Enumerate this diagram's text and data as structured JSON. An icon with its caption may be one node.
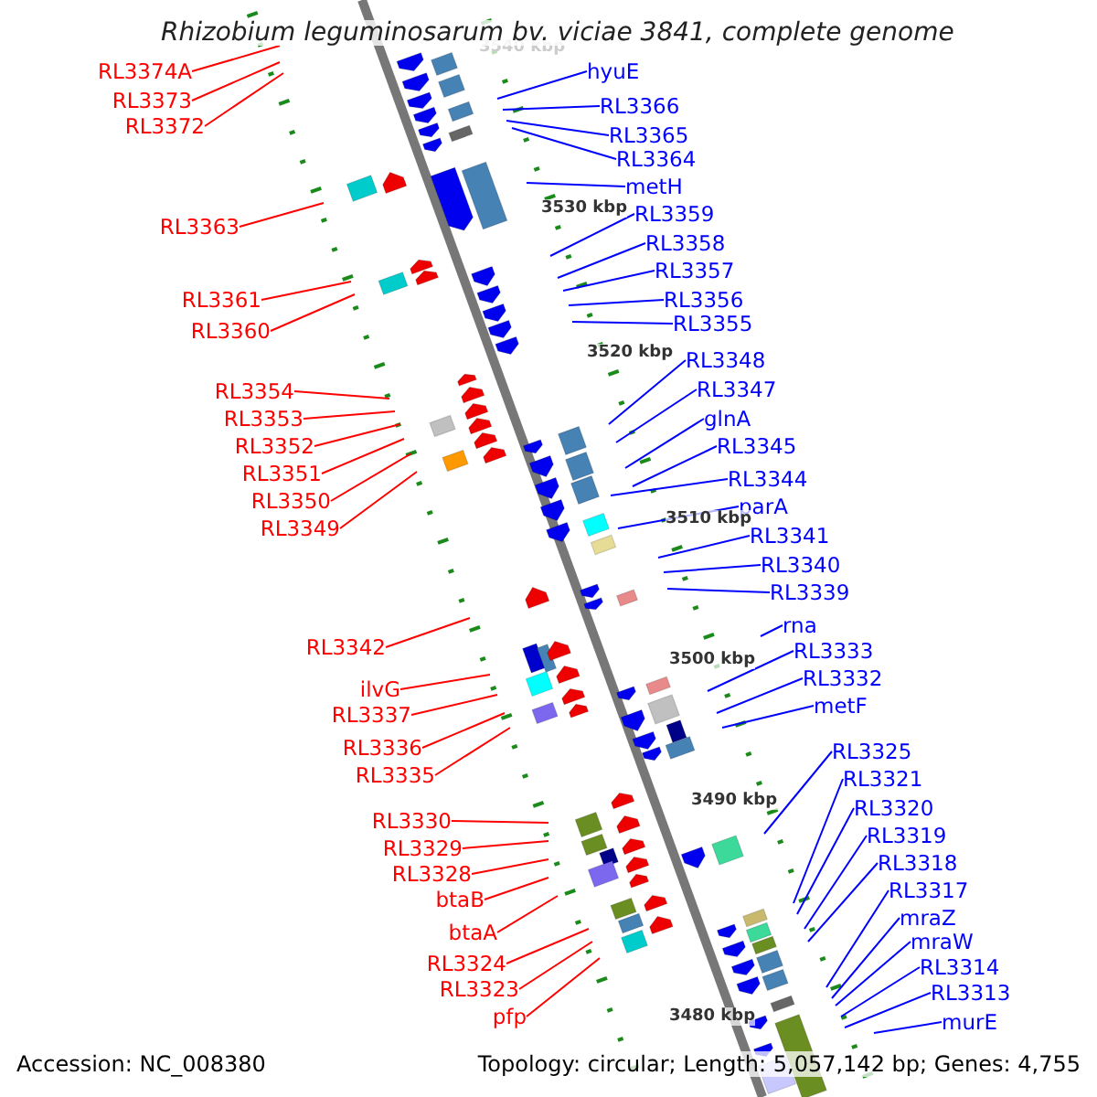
{
  "diagram": {
    "title": "Rhizobium leguminosarum bv. viciae 3841, complete genome",
    "nodes": [
      {
        "text": [
          "RL3374A"
        ]
      },
      {
        "text": [
          "RL3373"
        ]
      },
      {
        "text": [
          "RL3372"
        ]
      },
      {
        "text": [
          "RL3363"
        ]
      },
      {
        "text": [
          "RL3361"
        ]
      },
      {
        "text": [
          "RL3360"
        ]
      },
      {
        "text": [
          "RL3354"
        ]
      },
      {
        "text": [
          "RL3353"
        ]
      },
      {
        "text": [
          "RL3352"
        ]
      },
      {
        "text": [
          "RL3351"
        ]
      },
      {
        "text": [
          "RL3350"
        ]
      },
      {
        "text": [
          "RL3349"
        ]
      },
      {
        "text": [
          "RL3342"
        ]
      },
      {
        "text": [
          "ilvG"
        ]
      },
      {
        "text": [
          "RL3337"
        ]
      },
      {
        "text": [
          "RL3336"
        ]
      },
      {
        "text": [
          "RL3335"
        ]
      },
      {
        "text": [
          "RL3330"
        ]
      },
      {
        "text": [
          "RL3329"
        ]
      },
      {
        "text": [
          "RL3328"
        ]
      },
      {
        "text": [
          "btaB"
        ]
      },
      {
        "text": [
          "btaA"
        ]
      },
      {
        "text": [
          "RL3324"
        ]
      },
      {
        "text": [
          "RL3323"
        ]
      },
      {
        "text": [
          "pfp"
        ]
      },
      {
        "text": [
          "hyuE"
        ]
      },
      {
        "text": [
          "RL3366"
        ]
      },
      {
        "text": [
          "RL3365"
        ]
      },
      {
        "text": [
          "RL3364"
        ]
      },
      {
        "text": [
          "metH"
        ]
      },
      {
        "text": [
          "RL3359"
        ]
      },
      {
        "text": [
          "RL3358"
        ]
      },
      {
        "text": [
          "RL3357"
        ]
      },
      {
        "text": [
          "RL3356"
        ]
      },
      {
        "text": [
          "RL3355"
        ]
      },
      {
        "text": [
          "RL3348"
        ]
      },
      {
        "text": [
          "RL3347"
        ]
      },
      {
        "text": [
          "glnA"
        ]
      },
      {
        "text": [
          "RL3345"
        ]
      },
      {
        "text": [
          "RL3344"
        ]
      },
      {
        "text": [
          "parA"
        ]
      },
      {
        "text": [
          "RL3341"
        ]
      },
      {
        "text": [
          "RL3340"
        ]
      },
      {
        "text": [
          "RL3339"
        ]
      },
      {
        "text": [
          "rna"
        ]
      },
      {
        "text": [
          "RL3333"
        ]
      },
      {
        "text": [
          "RL3332"
        ]
      },
      {
        "text": [
          "metF"
        ]
      },
      {
        "text": [
          "RL3325"
        ]
      },
      {
        "text": [
          "RL3321"
        ]
      },
      {
        "text": [
          "RL3320"
        ]
      },
      {
        "text": [
          "RL3319"
        ]
      },
      {
        "text": [
          "RL3318"
        ]
      },
      {
        "text": [
          "RL3317"
        ]
      },
      {
        "text": [
          "mraZ"
        ]
      },
      {
        "text": [
          "mraW"
        ]
      },
      {
        "text": [
          "RL3314"
        ]
      },
      {
        "text": [
          "RL3313"
        ]
      },
      {
        "text": [
          "murE"
        ]
      }
    ],
    "edges": [
      {
        "from": 0,
        "to": null,
        "arrow": "none",
        "color": "#ff0000"
      },
      {
        "from": 1,
        "to": null,
        "arrow": "none",
        "color": "#ff0000"
      },
      {
        "from": 2,
        "to": null,
        "arrow": "none",
        "color": "#ff0000"
      },
      {
        "from": 3,
        "to": null,
        "arrow": "none",
        "color": "#ff0000"
      },
      {
        "from": 4,
        "to": null,
        "arrow": "none",
        "color": "#ff0000"
      },
      {
        "from": 5,
        "to": null,
        "arrow": "none",
        "color": "#ff0000"
      },
      {
        "from": 6,
        "to": null,
        "arrow": "none",
        "color": "#ff0000"
      },
      {
        "from": 7,
        "to": null,
        "arrow": "none",
        "color": "#ff0000"
      },
      {
        "from": 8,
        "to": null,
        "arrow": "none",
        "color": "#ff0000"
      },
      {
        "from": 9,
        "to": null,
        "arrow": "none",
        "color": "#ff0000"
      },
      {
        "from": 10,
        "to": null,
        "arrow": "none",
        "color": "#ff0000"
      },
      {
        "from": 11,
        "to": null,
        "arrow": "none",
        "color": "#ff0000"
      },
      {
        "from": 12,
        "to": null,
        "arrow": "none",
        "color": "#ff0000"
      },
      {
        "from": 13,
        "to": null,
        "arrow": "none",
        "color": "#ff0000"
      },
      {
        "from": 14,
        "to": null,
        "arrow": "none",
        "color": "#ff0000"
      },
      {
        "from": 15,
        "to": null,
        "arrow": "none",
        "color": "#ff0000"
      },
      {
        "from": 16,
        "to": null,
        "arrow": "none",
        "color": "#ff0000"
      },
      {
        "from": 17,
        "to": null,
        "arrow": "none",
        "color": "#ff0000"
      },
      {
        "from": 18,
        "to": null,
        "arrow": "none",
        "color": "#ff0000"
      },
      {
        "from": 19,
        "to": null,
        "arrow": "none",
        "color": "#ff0000"
      },
      {
        "from": 20,
        "to": null,
        "arrow": "none",
        "color": "#ff0000"
      },
      {
        "from": 21,
        "to": null,
        "arrow": "none",
        "color": "#ff0000"
      },
      {
        "from": 22,
        "to": null,
        "arrow": "none",
        "color": "#ff0000"
      },
      {
        "from": 23,
        "to": null,
        "arrow": "none",
        "color": "#ff0000"
      },
      {
        "from": 24,
        "to": null,
        "arrow": "none",
        "color": "#ff0000"
      },
      {
        "from": 25,
        "to": null,
        "arrow": "none"
      },
      {
        "from": 26,
        "to": null,
        "arrow": "none"
      },
      {
        "from": 27,
        "to": null,
        "arrow": "none"
      },
      {
        "from": 28,
        "to": null,
        "arrow": "none"
      },
      {
        "from": 29,
        "to": null,
        "arrow": "none"
      },
      {
        "from": 30,
        "to": null,
        "arrow": "none"
      },
      {
        "from": 31,
        "to": null,
        "arrow": "none"
      },
      {
        "from": 32,
        "to": null,
        "arrow": "none"
      },
      {
        "from": 33,
        "to": null,
        "arrow": "none"
      },
      {
        "from": 34,
        "to": null,
        "arrow": "none"
      },
      {
        "from": 35,
        "to": null,
        "arrow": "none"
      },
      {
        "from": 36,
        "to": null,
        "arrow": "none"
      },
      {
        "from": 37,
        "to": null,
        "arrow": "none"
      },
      {
        "from": 38,
        "to": null,
        "arrow": "none"
      },
      {
        "from": 39,
        "to": null,
        "arrow": "none"
      },
      {
        "from": 40,
        "to": null,
        "arrow": "none"
      },
      {
        "from": 41,
        "to": null,
        "arrow": "none"
      },
      {
        "from": 42,
        "to": null,
        "arrow": "none"
      },
      {
        "from": 43,
        "to": null,
        "arrow": "none"
      },
      {
        "from": 44,
        "to": null,
        "arrow": "none"
      },
      {
        "from": 45,
        "to": null,
        "arrow": "none"
      },
      {
        "from": 46,
        "to": null,
        "arrow": "none"
      },
      {
        "from": 47,
        "to": null,
        "arrow": "none"
      },
      {
        "from": 48,
        "to": null,
        "arrow": "none"
      },
      {
        "from": 49,
        "to": null,
        "arrow": "none"
      },
      {
        "from": 50,
        "to": null,
        "arrow": "none"
      },
      {
        "from": 51,
        "to": null,
        "arrow": "none"
      },
      {
        "from": 52,
        "to": null,
        "arrow": "none"
      },
      {
        "from": 53,
        "to": null,
        "arrow": "none"
      },
      {
        "from": 54,
        "to": null,
        "arrow": "none"
      },
      {
        "from": 55,
        "to": null,
        "arrow": "none"
      },
      {
        "from": 56,
        "to": null,
        "arrow": "none"
      },
      {
        "from": 57,
        "to": null,
        "arrow": "none"
      },
      {
        "from": 58,
        "to": null,
        "arrow": "none"
      }
    ],
    "labels": [
      "3540 kbp",
      "3530 kbp",
      "3520 kbp",
      "3510 kbp",
      "3500 kbp",
      "3490 kbp",
      "3480 kbp",
      "Accession: NC_008380",
      "Topology: circular; Length: 5,057,142 bp; Genes: 4,755"
    ]
  }
}
